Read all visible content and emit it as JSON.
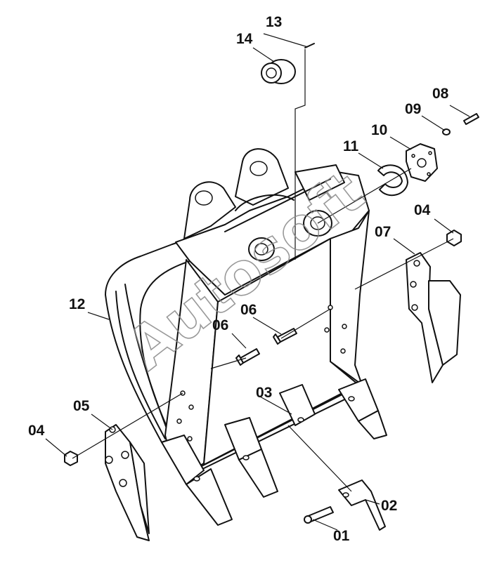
{
  "watermark": "Autosoft",
  "callouts": {
    "c01": "01",
    "c02": "02",
    "c03": "03",
    "c04a": "04",
    "c04b": "04",
    "c05": "05",
    "c06a": "06",
    "c06b": "06",
    "c07": "07",
    "c08": "08",
    "c09": "09",
    "c10": "10",
    "c11": "11",
    "c12": "12",
    "c13": "13",
    "c14": "14"
  }
}
